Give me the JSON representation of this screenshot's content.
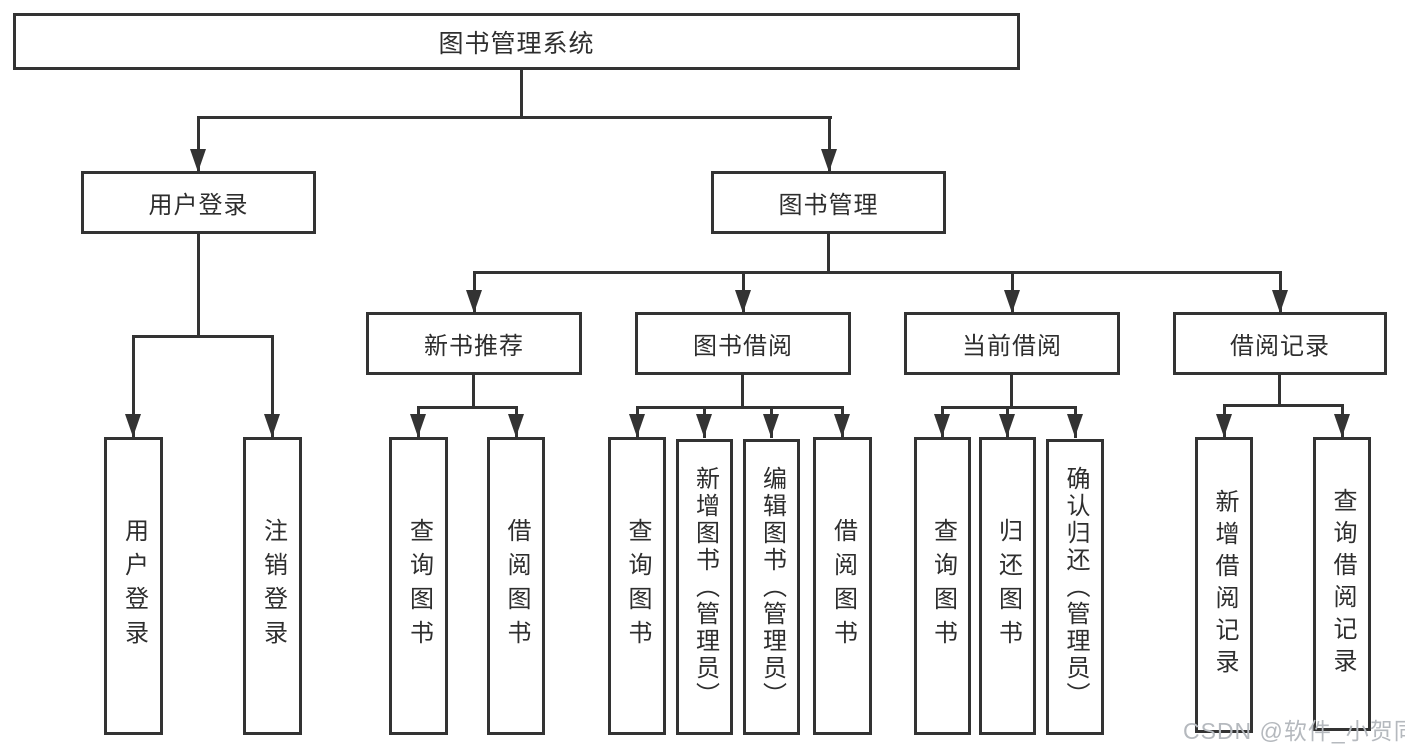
{
  "diagram_title": "图书管理系统",
  "tree": {
    "label": "图书管理系统",
    "children": [
      {
        "label": "用户登录",
        "children": [
          {
            "label": "用户登录"
          },
          {
            "label": "注销登录"
          }
        ]
      },
      {
        "label": "图书管理",
        "children": [
          {
            "label": "新书推荐",
            "children": [
              {
                "label": "查询图书"
              },
              {
                "label": "借阅图书"
              }
            ]
          },
          {
            "label": "图书借阅",
            "children": [
              {
                "label": "查询图书"
              },
              {
                "label": "新增图书（管理员）"
              },
              {
                "label": "编辑图书（管理员）"
              },
              {
                "label": "借阅图书"
              }
            ]
          },
          {
            "label": "当前借阅",
            "children": [
              {
                "label": "查询图书"
              },
              {
                "label": "归还图书"
              },
              {
                "label": "确认归还（管理员）"
              }
            ]
          },
          {
            "label": "借阅记录",
            "children": [
              {
                "label": "新增借阅记录"
              },
              {
                "label": "查询借阅记录"
              }
            ]
          }
        ]
      }
    ]
  },
  "watermark": {
    "text": "CSDN @软件_小贺同学",
    "color": "#b5b9be"
  },
  "colors": {
    "line": "#333333",
    "box_border": "#333333",
    "text": "#2e2e2e",
    "background": "#ffffff"
  }
}
